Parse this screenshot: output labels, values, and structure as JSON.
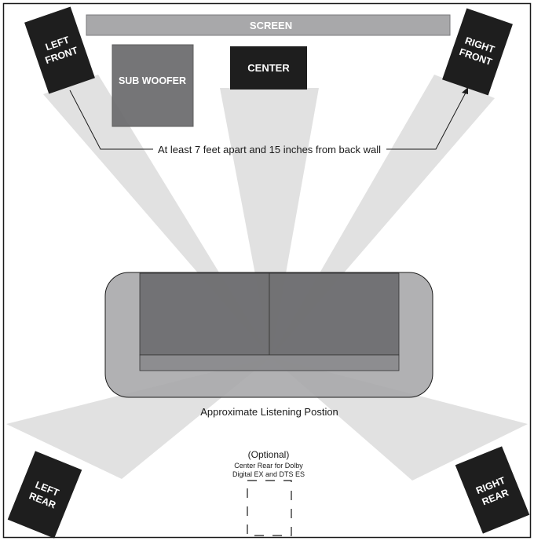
{
  "diagram": {
    "screen_label": "SCREEN",
    "subwoofer_label": "SUB WOOFER",
    "center_label": "CENTER",
    "left_front_label": [
      "LEFT",
      "FRONT"
    ],
    "right_front_label": [
      "RIGHT",
      "FRONT"
    ],
    "left_rear_label": [
      "LEFT",
      "REAR"
    ],
    "right_rear_label": [
      "RIGHT",
      "REAR"
    ],
    "distance_note": "At least 7 feet apart and 15 inches from back wall",
    "listening_label": "Approximate Listening Postion",
    "optional_title": "(Optional)",
    "optional_desc": [
      "Center Rear for Dolby",
      "Digital EX and DTS ES"
    ]
  },
  "colors": {
    "speaker_fill": "#1e1e1e",
    "screen_fill": "#a8a8aa",
    "subwoofer_fill": "#6e6e70",
    "beam_fill": "#dcdcdc",
    "sofa_outer": "#a6a6a8",
    "sofa_seat": "#6c6c6e",
    "sofa_cushion": "#8a8a8c",
    "frame": "#1a1a1a"
  }
}
